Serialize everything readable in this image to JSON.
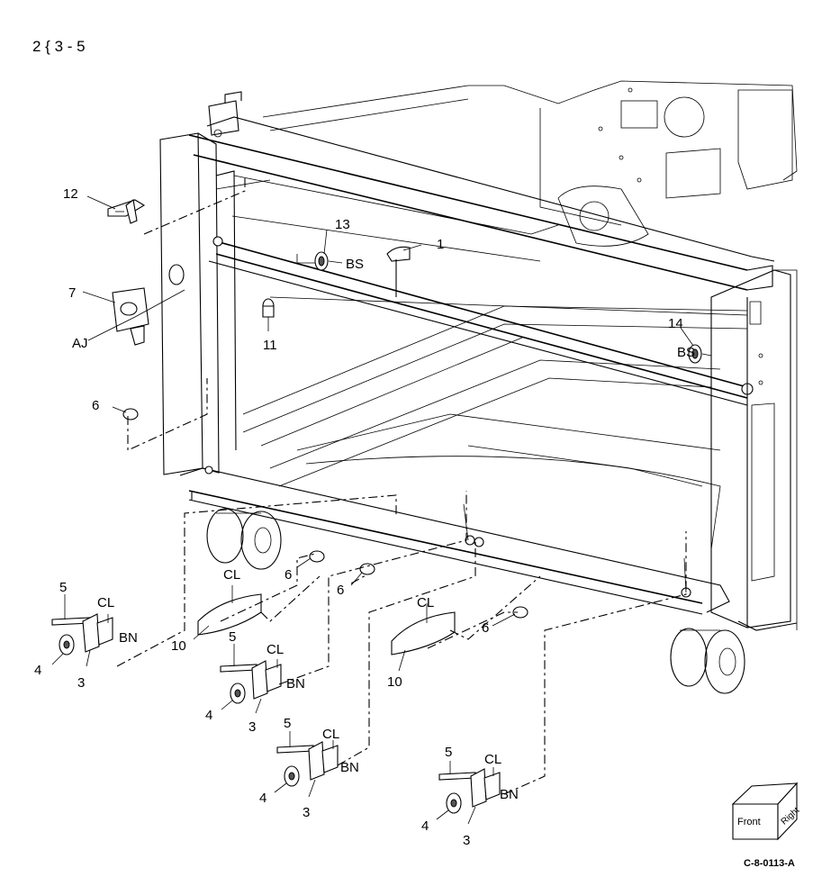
{
  "figure": {
    "title": "2 { 3 - 5",
    "reference_code": "C-8-0113-A",
    "orientation_cube": {
      "front_label": "Front",
      "right_label": "Right"
    }
  },
  "callouts": {
    "c1": "1",
    "c3a": "3",
    "c3b": "3",
    "c3c": "3",
    "c3d": "3",
    "c4a": "4",
    "c4b": "4",
    "c4c": "4",
    "c4d": "4",
    "c5a": "5",
    "c5b": "5",
    "c5c": "5",
    "c5d": "5",
    "c6a": "6",
    "c6b": "6",
    "c6c": "6",
    "c6d": "6",
    "c7": "7",
    "c10a": "10",
    "c10b": "10",
    "c11": "11",
    "c12": "12",
    "c13": "13",
    "c14": "14",
    "aj": "AJ",
    "bs1": "BS",
    "bs2": "BS",
    "bn1": "BN",
    "bn2": "BN",
    "bn3": "BN",
    "bn4": "BN",
    "cl1": "CL",
    "cl2": "CL",
    "cl3": "CL",
    "cl4": "CL",
    "cl5": "CL",
    "cl6": "CL"
  }
}
